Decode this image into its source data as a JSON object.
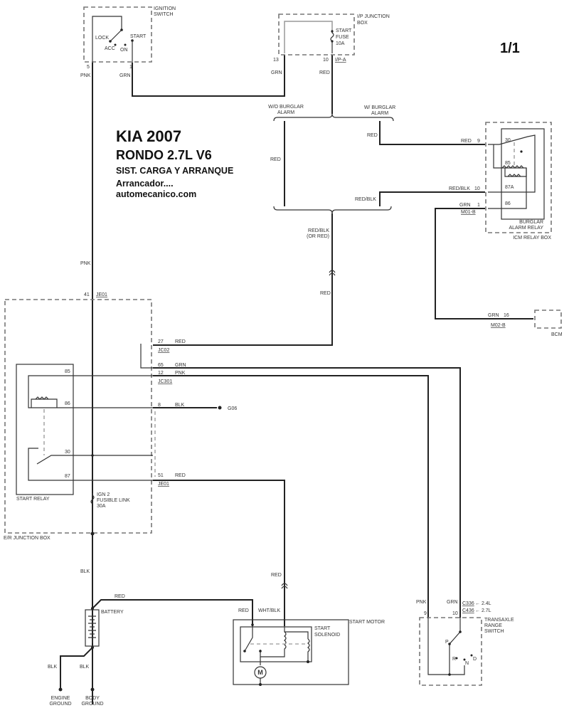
{
  "title": {
    "make": "KIA 2007",
    "model": "RONDO  2.7L  V6",
    "system": "SIST. CARGA Y ARRANQUE",
    "section": "Arrancador....",
    "site": "automecanico.com",
    "page": "1/1"
  },
  "ignition_switch": {
    "label1": "IGNITION",
    "label2": "SWITCH",
    "lock": "LOCK",
    "acc": "ACC",
    "on": "ON",
    "start": "START",
    "pin_a": "5",
    "pin_b": "1",
    "wire_a": "PNK",
    "wire_b": "GRN"
  },
  "ip_junction": {
    "label1": "I/P JUNCTION",
    "label2": "BOX",
    "fuse1": "START",
    "fuse2": "FUSE",
    "fuse3": "10A",
    "pin_a": "13",
    "pin_b": "10",
    "connector": "I/P-A",
    "wire_a": "GRN",
    "wire_b": "RED"
  },
  "branches": {
    "wo1": "W/O BURGLAR",
    "wo2": "ALARM",
    "w1": "W/ BURGLAR",
    "w2": "ALARM",
    "wo_wire": "RED",
    "w_wire": "RED",
    "w_wire2": "RED/BLK",
    "out1": "RED/BLK",
    "out2": "(OR RED)",
    "out3": "RED"
  },
  "icm": {
    "relay1": "BURGLAR",
    "relay2": "ALARM RELAY",
    "box": "ICM RELAY BOX",
    "p30": "30",
    "p85": "85",
    "p87a": "87A",
    "p86": "86",
    "w9": "RED",
    "n9": "9",
    "w10": "RED/BLK",
    "n10": "10",
    "w1": "GRN",
    "n1": "1",
    "conn": "M01-B"
  },
  "bcm": {
    "label": "BCM",
    "wire": "GRN",
    "pin": "16",
    "conn": "M02-B"
  },
  "er_junction": {
    "label": "E/R JUNCTION BOX",
    "pin_top": "41",
    "conn_top": "JE01",
    "wire_pnk": "PNK",
    "relay": "START RELAY",
    "p85": "85",
    "p86": "86",
    "p30": "30",
    "p87": "87",
    "fuse1": "IGN 2",
    "fuse2": "FUSIBLE LINK",
    "fuse3": "30A",
    "r27": "27",
    "r27w": "RED",
    "jc02": "JC02",
    "r65": "65",
    "r65w": "GRN",
    "r12": "12",
    "r12w": "PNK",
    "jc301": "JC301",
    "r8": "8",
    "r8w": "BLK",
    "g06": "G06",
    "r51": "51",
    "r51w": "RED",
    "je01": "JE01"
  },
  "battery": {
    "label": "BATTERY",
    "wire_top": "BLK",
    "wire_red": "RED",
    "wire_eng": "BLK",
    "wire_body": "BLK",
    "eng1": "ENGINE",
    "eng2": "GROUND",
    "body1": "BODY",
    "body2": "GROUND"
  },
  "start_motor": {
    "label": "START MOTOR",
    "sol1": "START",
    "sol2": "SOLENOID",
    "w_red": "RED",
    "w_wht": "WHT/BLK",
    "w_feed": "RED",
    "motor": "M"
  },
  "trs": {
    "label1": "TRANSAXLE",
    "label2": "RANGE",
    "label3": "SWITCH",
    "w_pnk": "PNK",
    "w_grn": "GRN",
    "p9": "9",
    "p10": "10",
    "c1": "C336",
    "c1e": "← 2.4L",
    "c2": "C436",
    "c2e": "← 2.7L",
    "p": "P",
    "r": "R",
    "n": "N",
    "d": "D"
  }
}
